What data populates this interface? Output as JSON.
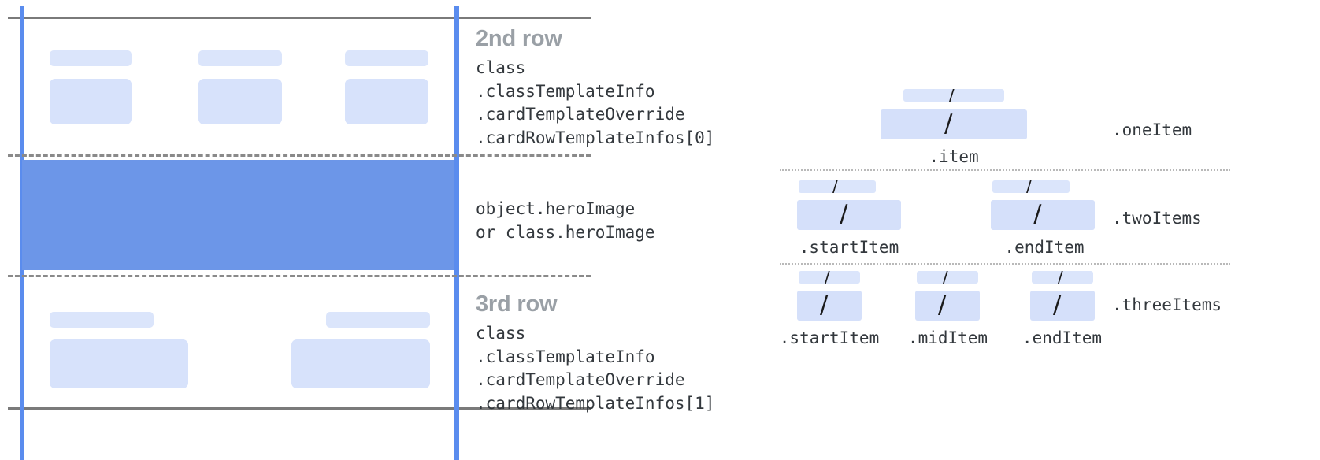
{
  "left_panel": {
    "name": "card-template-mockup",
    "rows": [
      {
        "id": "second-row",
        "title": "2nd row",
        "code": "class\n.classTemplateInfo\n.cardTemplateOverride\n.cardRowTemplateInfos[0]",
        "placeholder_count": 3
      },
      {
        "id": "hero-row",
        "title": "",
        "code": "object.heroImage\nor class.heroImage",
        "placeholder_count": 0
      },
      {
        "id": "third-row",
        "title": "3rd row",
        "code": "class\n.classTemplateInfo\n.cardTemplateOverride\n.cardRowTemplateInfos[1]",
        "placeholder_count": 2
      }
    ]
  },
  "right_panel": {
    "name": "row-item-layouts",
    "groups": [
      {
        "id": "one-item",
        "right_label": ".oneItem",
        "cells": [
          {
            "caption": ".item",
            "slash": "/"
          }
        ]
      },
      {
        "id": "two-items",
        "right_label": ".twoItems",
        "cells": [
          {
            "caption": ".startItem",
            "slash": "/"
          },
          {
            "caption": ".endItem",
            "slash": "/"
          }
        ]
      },
      {
        "id": "three-items",
        "right_label": ".threeItems",
        "cells": [
          {
            "caption": ".startItem",
            "slash": "/"
          },
          {
            "caption": ".midItem",
            "slash": "/"
          },
          {
            "caption": ".endItem",
            "slash": "/"
          }
        ]
      }
    ]
  },
  "colors": {
    "accent_blue": "#5a8cee",
    "hero_blue": "#6c96e8",
    "chip_blue": "#dbe5fb",
    "rule_gray": "#7a7a7a",
    "title_gray": "#9aa0a6",
    "code_text": "#33383d"
  }
}
